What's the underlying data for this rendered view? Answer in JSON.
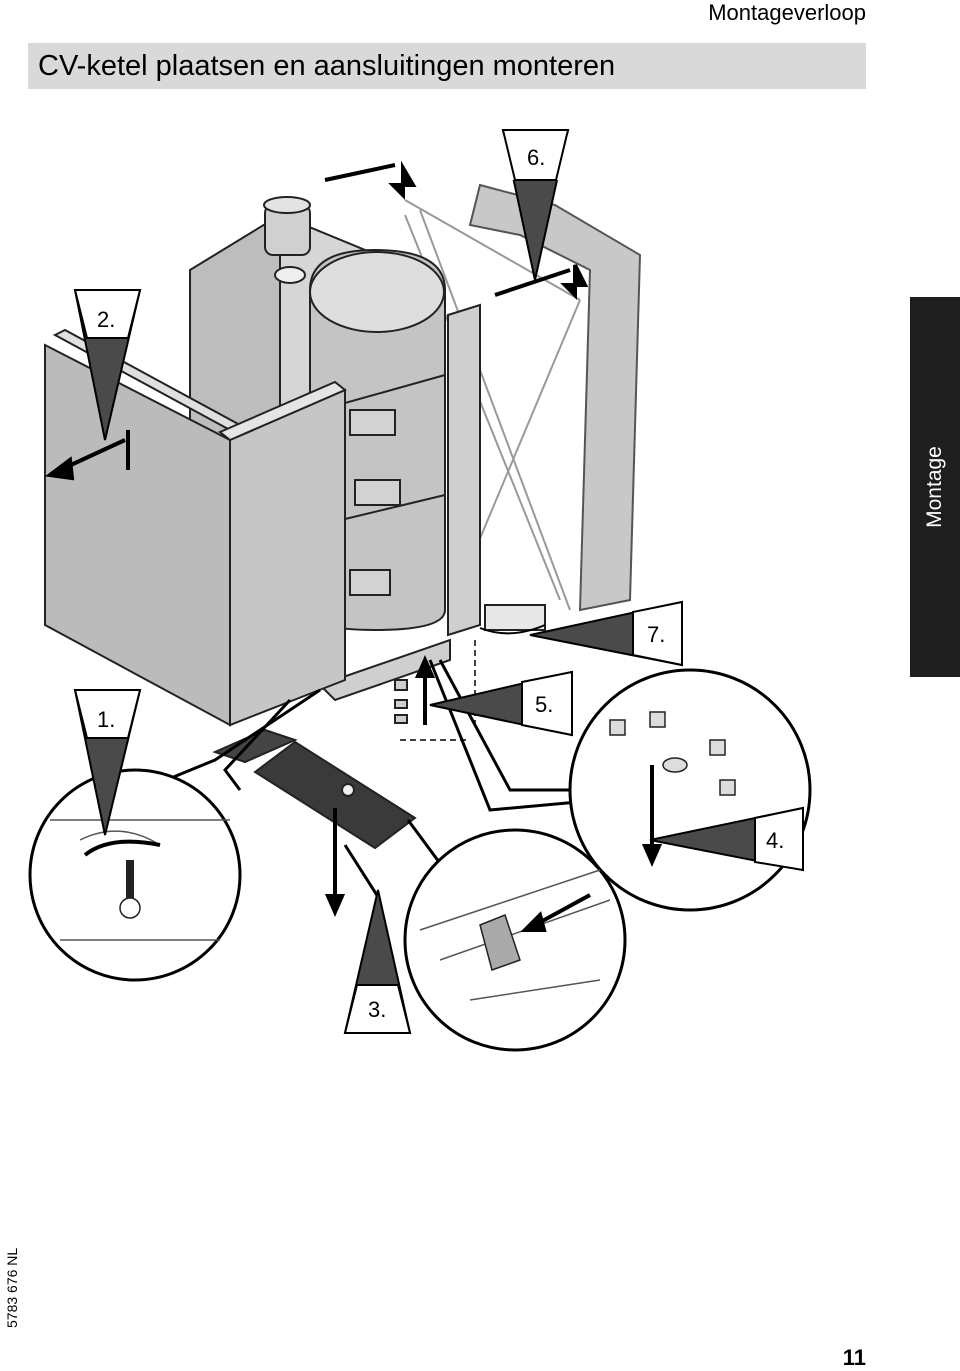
{
  "header": {
    "section": "Montageverloop"
  },
  "title": "CV-ketel plaatsen en aansluitingen monteren",
  "side_tab": {
    "label": "Montage"
  },
  "figure": {
    "steps": [
      "1.",
      "2.",
      "3.",
      "4.",
      "5.",
      "6.",
      "7."
    ]
  },
  "footer": {
    "doc_number": "5783 676 NL",
    "page_number": "11"
  }
}
